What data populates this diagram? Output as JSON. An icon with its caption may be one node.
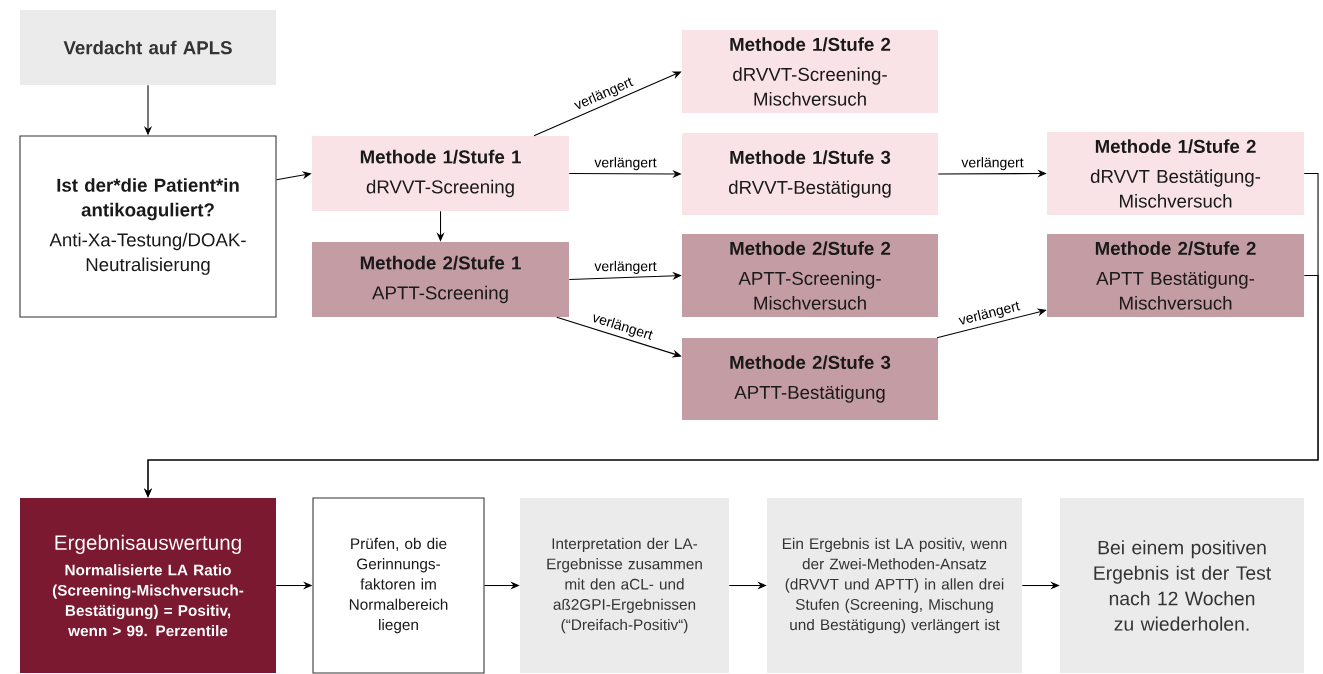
{
  "diagram": {
    "nodes": [
      {
        "text": [
          "Verdacht auf APLS"
        ]
      },
      {
        "text": [
          "Ist der*die Patient*in antikoaguliert?",
          "Anti-Xa-Testung/DOAK-Neutralisierung"
        ]
      },
      {
        "text": [
          "Methode 1/Stufe 1",
          "dRVVT-Screening"
        ]
      },
      {
        "text": [
          "Methode 2/Stufe 1",
          "APTT-Screening"
        ]
      },
      {
        "text": [
          "Methode 1/Stufe 2",
          "dRVVT-Screening-Mischversuch"
        ]
      },
      {
        "text": [
          "Methode 1/Stufe 3",
          "dRVVT-Bestätigung"
        ]
      },
      {
        "text": [
          "Methode 2/Stufe 2",
          "APTT-Screening-Mischversuch"
        ]
      },
      {
        "text": [
          "Methode 2/Stufe 3",
          "APTT-Bestätigung"
        ]
      },
      {
        "text": [
          "Methode 1/Stufe 2",
          "dRVVT Bestätigung-Mischversuch"
        ]
      },
      {
        "text": [
          "Methode 2/Stufe 2",
          "APTT Bestätigung-Mischversuch"
        ]
      },
      {
        "text": [
          "Ergebnisauswertung",
          "Normalisierte LA Ratio (Screening-Mischversuch-Bestätigung) = Positiv, wenn > 99. Perzentile"
        ]
      },
      {
        "text": [
          "Prüfen, ob die Gerinnungs- faktoren im Normalbereich liegen"
        ]
      },
      {
        "text": [
          "Interpretation der LA-Ergebnisse zusammen mit den aCL- und aß2GPI-Ergebnissen (“Dreifach-Positiv“)"
        ]
      },
      {
        "text": [
          "Ein Ergebnis ist LA positiv, wenn der Zwei-Methoden-Ansatz (dRVVT und APTT) in allen drei Stufen (Screening, Mischung und Bestätigung) verlängert ist"
        ]
      },
      {
        "text": [
          "Bei einem positiven Ergebnis ist der Test nach 12 Wochen zu wiederholen."
        ]
      }
    ],
    "edges": [
      {
        "from": 0,
        "to": 1,
        "arrow": "to"
      },
      {
        "from": 1,
        "to": 2,
        "arrow": "to"
      },
      {
        "from": 2,
        "to": 3,
        "arrow": "to"
      },
      {
        "from": 2,
        "to": 4,
        "arrow": "to",
        "label": "verlängert"
      },
      {
        "from": 2,
        "to": 5,
        "arrow": "to",
        "label": "verlängert"
      },
      {
        "from": 3,
        "to": 6,
        "arrow": "to",
        "label": "verlängert"
      },
      {
        "from": 3,
        "to": 7,
        "arrow": "to",
        "label": "verlängert"
      },
      {
        "from": 5,
        "to": 8,
        "arrow": "to",
        "label": "verlängert"
      },
      {
        "from": 7,
        "to": 9,
        "arrow": "to",
        "label": "verlängert"
      },
      {
        "from": 8,
        "to": 10,
        "arrow": "to"
      },
      {
        "from": 9,
        "to": 10,
        "arrow": "to"
      },
      {
        "from": 10,
        "to": 11,
        "arrow": "to"
      },
      {
        "from": 11,
        "to": 12,
        "arrow": "to"
      },
      {
        "from": 12,
        "to": 13,
        "arrow": "to"
      },
      {
        "from": 13,
        "to": 14,
        "arrow": "to"
      }
    ]
  }
}
